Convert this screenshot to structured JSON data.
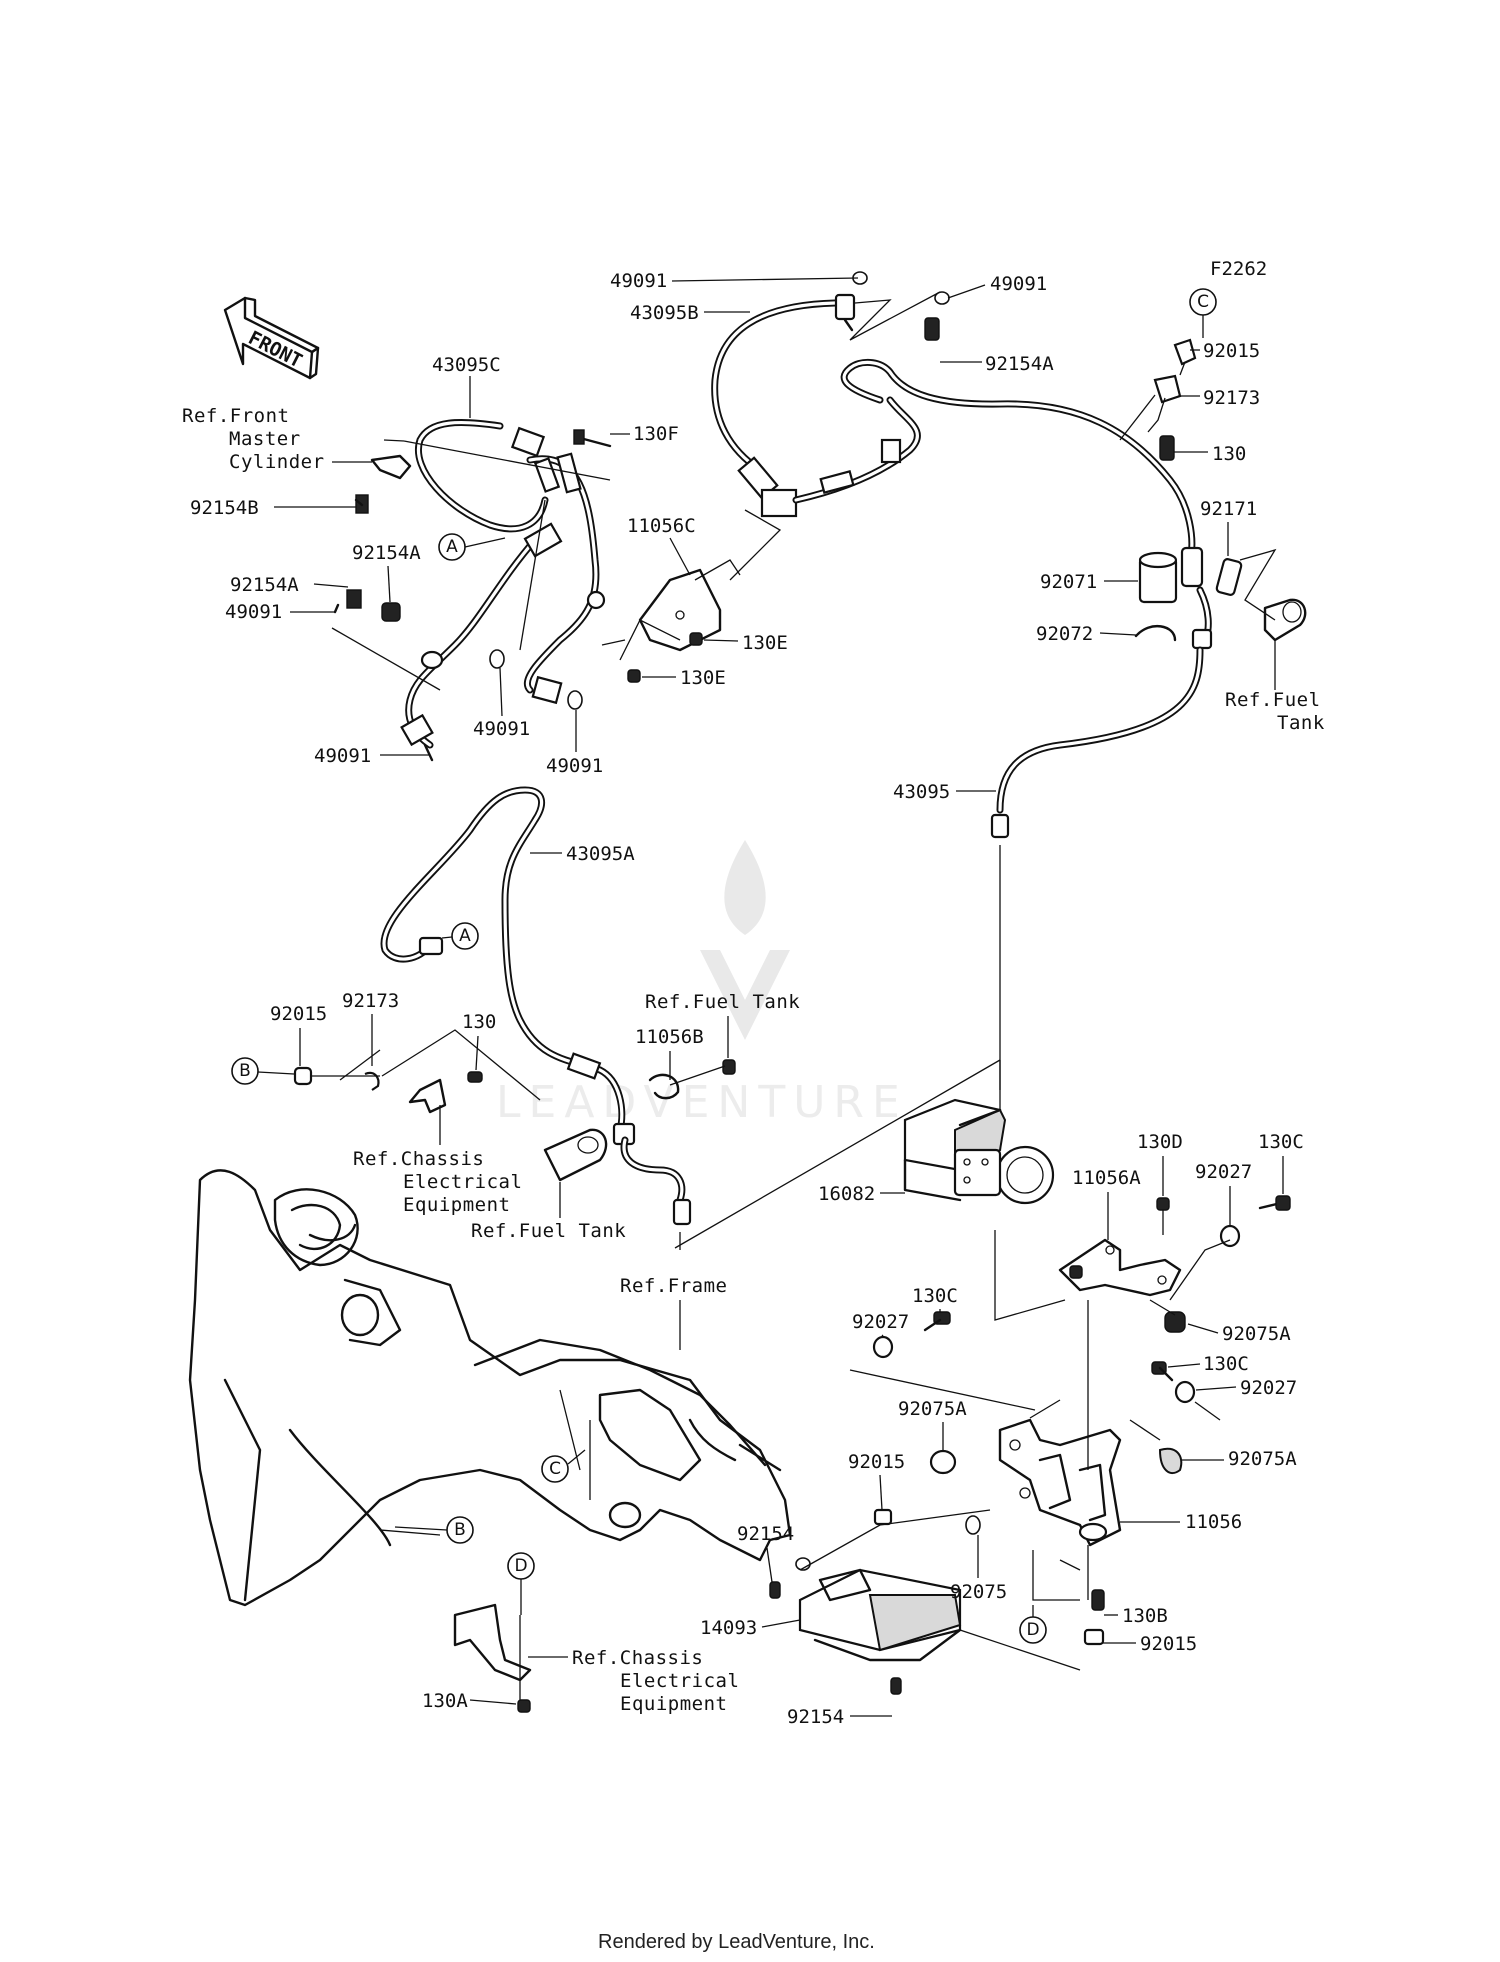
{
  "figure_code": "F2262",
  "direction_tag": "FRONT",
  "watermark": "LEADVENTURE",
  "footer": "Rendered by LeadVenture, Inc.",
  "part_labels": {
    "p49091_top": "49091",
    "p43095B": "43095B",
    "p49091_r": "49091",
    "p92154A_top": "92154A",
    "p92015_top": "92015",
    "p92173_top": "92173",
    "p130_top": "130",
    "p43095C": "43095C",
    "p130F": "130F",
    "p11056C": "11056C",
    "p92171": "92171",
    "p92071": "92071",
    "p92072": "92072",
    "p92154B": "92154B",
    "p92154A_a": "92154A",
    "p92154A_b": "92154A",
    "p49091_a": "49091",
    "p130E_a": "130E",
    "p130E_b": "130E",
    "p49091_b": "49091",
    "p49091_c": "49091",
    "p49091_d": "49091",
    "p43095": "43095",
    "p43095A": "43095A",
    "p92015_mid": "92015",
    "p92173_mid": "92173",
    "p130_mid": "130",
    "p11056B": "11056B",
    "p16082": "16082",
    "p130D": "130D",
    "p92027_a": "92027",
    "p130C_a": "130C",
    "p11056A": "11056A",
    "p92027_b": "92027",
    "p130C_b": "130C",
    "p92075A_a": "92075A",
    "p130C_c": "130C",
    "p92027_c": "92027",
    "p92075A_b": "92075A",
    "p92075A_c": "92075A",
    "p92015_low": "92015",
    "p11056": "11056",
    "p92154_a": "92154",
    "p92075": "92075",
    "p14093": "14093",
    "p130B": "130B",
    "p92015_bot": "92015",
    "p92154_b": "92154",
    "p130A": "130A"
  },
  "references": {
    "front_master_1": "Ref.Front",
    "front_master_2": "Master",
    "front_master_3": "Cylinder",
    "fuel_tank_right_1": "Ref.Fuel",
    "fuel_tank_right_2": "Tank",
    "fuel_tank_mid": "Ref.Fuel Tank",
    "fuel_tank_low": "Ref.Fuel Tank",
    "chassis_a_1": "Ref.Chassis",
    "chassis_a_2": "Electrical",
    "chassis_a_3": "Equipment",
    "frame": "Ref.Frame",
    "chassis_b_1": "Ref.Chassis",
    "chassis_b_2": "Electrical",
    "chassis_b_3": "Equipment"
  },
  "callouts": {
    "A_top": "A",
    "A_mid": "A",
    "B_mid": "B",
    "B_low": "B",
    "C_top": "C",
    "C_low": "C",
    "D_low": "D",
    "D_bot": "D"
  }
}
